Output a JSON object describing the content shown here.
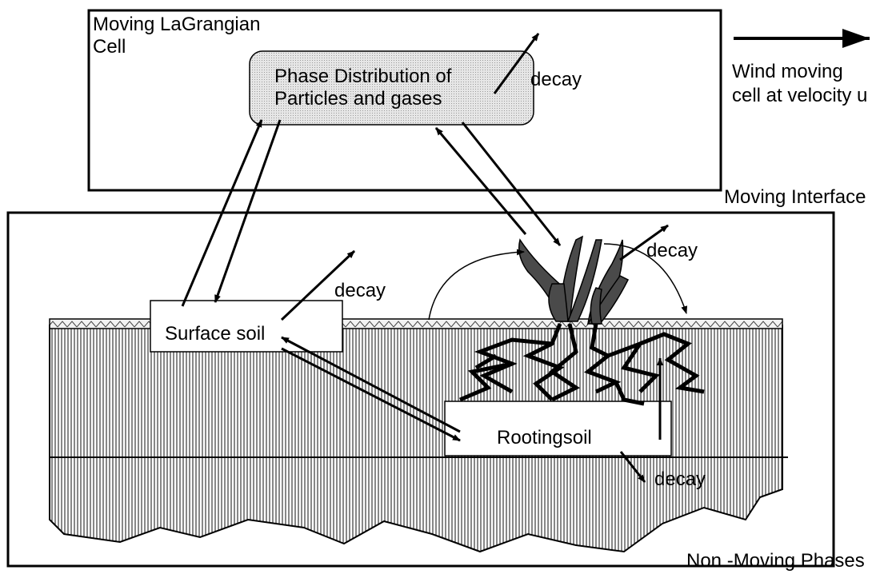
{
  "cell": {
    "label_line1": "Moving LaGrangian",
    "label_line2": "Cell"
  },
  "phase_box": {
    "line1": "Phase Distribution of",
    "line2": "Particles and gases"
  },
  "wind": {
    "line1": "Wind moving",
    "line2": "cell at velocity u"
  },
  "moving_interface": "Moving Interface",
  "non_moving_phases": "Non -Moving Phases",
  "surface_soil": "Surface soil",
  "rooting_soil": "Rootingsoil",
  "decay_cell": "decay",
  "decay_surface": "decay",
  "decay_plant": "decay",
  "decay_rooting": "decay"
}
